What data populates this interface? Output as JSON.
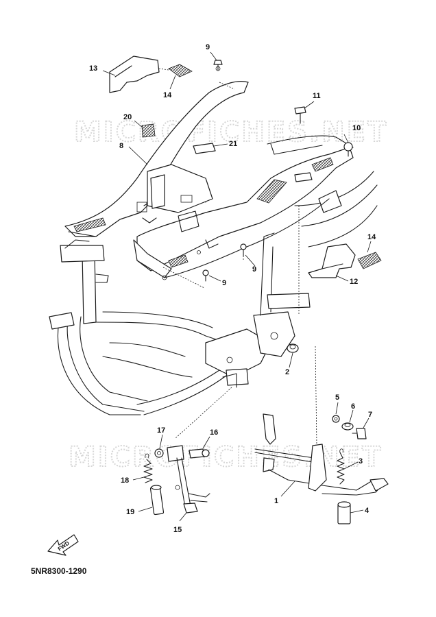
{
  "watermark": {
    "top": "MICROFICHES.NET",
    "bottom": "MICROFICHES.NET"
  },
  "callouts": [
    {
      "id": "c1",
      "label": "1"
    },
    {
      "id": "c2",
      "label": "2"
    },
    {
      "id": "c3",
      "label": "3"
    },
    {
      "id": "c4",
      "label": "4"
    },
    {
      "id": "c5",
      "label": "5"
    },
    {
      "id": "c6",
      "label": "6"
    },
    {
      "id": "c7",
      "label": "7"
    },
    {
      "id": "c8",
      "label": "8"
    },
    {
      "id": "c9a",
      "label": "9"
    },
    {
      "id": "c9b",
      "label": "9"
    },
    {
      "id": "c9c",
      "label": "9"
    },
    {
      "id": "c10",
      "label": "10"
    },
    {
      "id": "c11",
      "label": "11"
    },
    {
      "id": "c12",
      "label": "12"
    },
    {
      "id": "c13",
      "label": "13"
    },
    {
      "id": "c14a",
      "label": "14"
    },
    {
      "id": "c14b",
      "label": "14"
    },
    {
      "id": "c15",
      "label": "15"
    },
    {
      "id": "c16",
      "label": "16"
    },
    {
      "id": "c17",
      "label": "17"
    },
    {
      "id": "c18",
      "label": "18"
    },
    {
      "id": "c19",
      "label": "19"
    },
    {
      "id": "c20",
      "label": "20"
    },
    {
      "id": "c21",
      "label": "21"
    }
  ],
  "fwd_arrow_label": "FWD",
  "diagram_code": "5NR8300-1290"
}
